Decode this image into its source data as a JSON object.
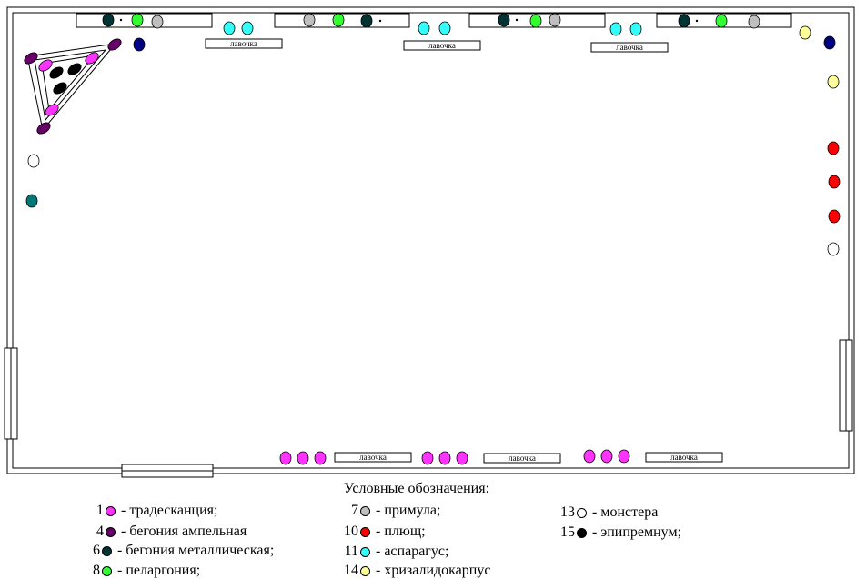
{
  "colors": {
    "tradescantia": "#ff33ff",
    "begonia_ampel": "#660066",
    "begonia_metal": "#003333",
    "pelargonium": "#33ff33",
    "primula": "#bfbfbf",
    "ivy": "#ff0000",
    "asparagus": "#33ffff",
    "chrysalidocarpus": "#ffff99",
    "monstera": "#ffffff",
    "epipremnum": "#000000",
    "teal_pot": "#007777",
    "navy_pot": "#000080"
  },
  "benches": {
    "label": "лавочка"
  },
  "legend": {
    "title": "Условные обозначения:",
    "items": [
      {
        "num": "1",
        "color": "#ff33ff",
        "text": "- традесканция;"
      },
      {
        "num": "4",
        "color": "#660066",
        "text": "- бегония ампельная"
      },
      {
        "num": "6",
        "color": "#003333",
        "text": "- бегония металлическая;"
      },
      {
        "num": "8",
        "color": "#33ff33",
        "text": "- пеларгония;"
      },
      {
        "num": "7",
        "color": "#bfbfbf",
        "text": "- примула;"
      },
      {
        "num": "10",
        "color": "#ff0000",
        "text": "- плющ;"
      },
      {
        "num": "11",
        "color": "#33ffff",
        "text": "- аспарагус;"
      },
      {
        "num": "14",
        "color": "#ffff99",
        "text": "- хризалидокарпус"
      },
      {
        "num": "13",
        "color": "#ffffff",
        "text": "- монстера"
      },
      {
        "num": "15",
        "color": "#000000",
        "text": "- эпипремнум;"
      }
    ]
  }
}
